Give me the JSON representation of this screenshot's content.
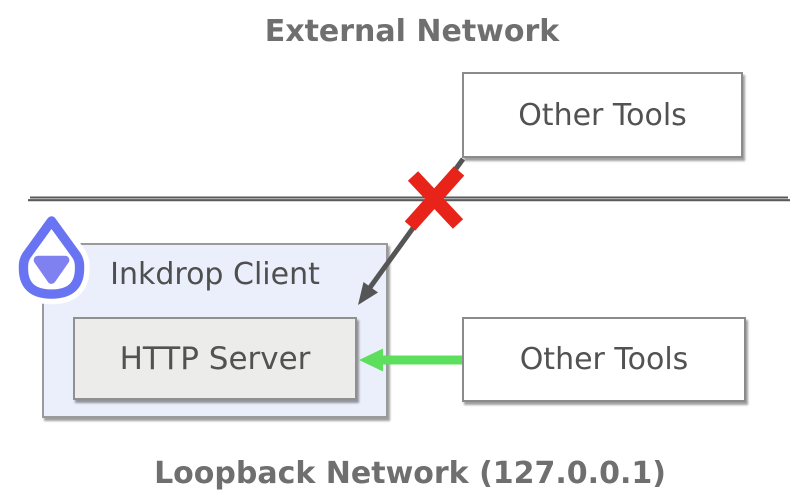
{
  "diagram": {
    "external_zone_title": "External Network",
    "loopback_zone_title": "Loopback Network (127.0.0.1)",
    "nodes": {
      "other_tools_external": {
        "label": "Other Tools"
      },
      "inkdrop_client": {
        "label": "Inkdrop Client"
      },
      "http_server": {
        "label": "HTTP Server"
      },
      "other_tools_loopback": {
        "label": "Other Tools"
      }
    },
    "edges": {
      "blocked_connection": {
        "from": "other_tools_external",
        "to": "inkdrop_client",
        "status": "blocked"
      },
      "allowed_connection": {
        "from": "other_tools_loopback",
        "to": "http_server",
        "status": "allowed"
      }
    },
    "icons": {
      "inkdrop_logo": "inkdrop-drop-logo",
      "blocked_cross": "red-x-icon"
    },
    "colors": {
      "zone_title": "#6f6f6f",
      "divider": "#5a5a5a",
      "blocked_arrow": "#555555",
      "cross": "#e8231a",
      "allowed_arrow": "#5bdf5c",
      "label": "#525252",
      "node_border": "#8b8b8b",
      "inkdrop_fill": "#ebeefb",
      "http_fill": "#ececea",
      "white_fill": "#ffffff",
      "logo_ring": "#6874f2",
      "logo_triangle": "#8081f0"
    }
  }
}
